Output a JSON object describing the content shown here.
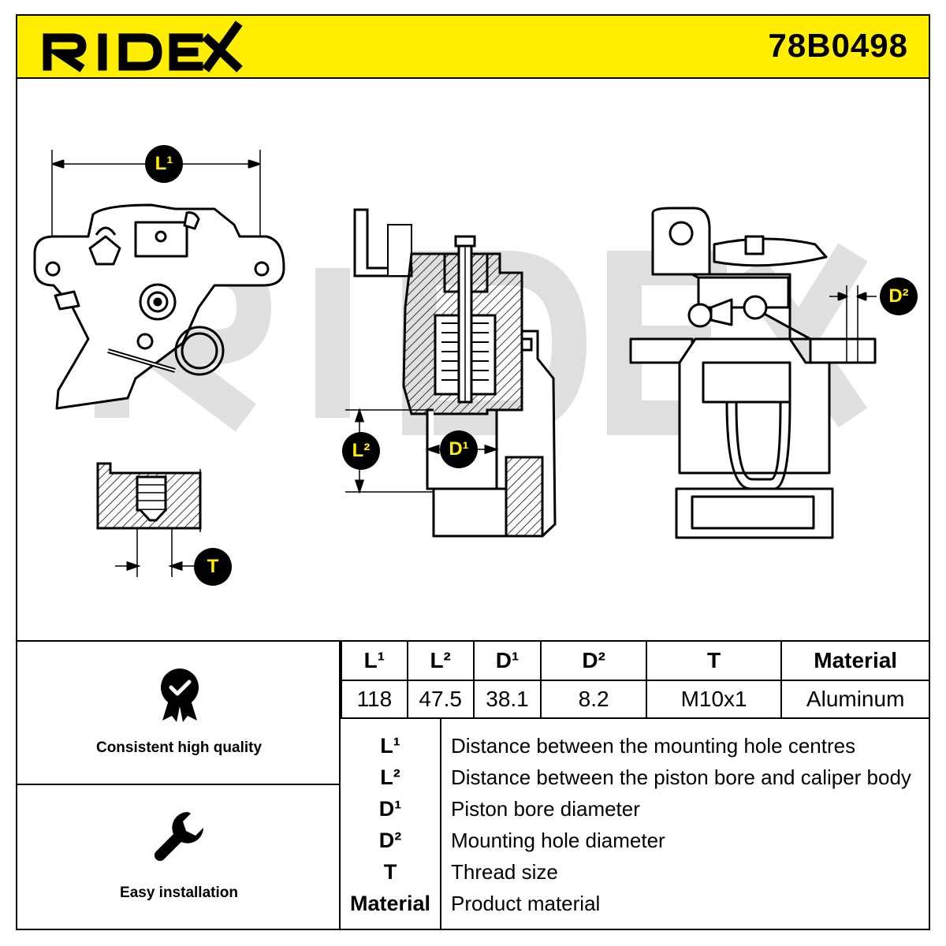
{
  "header": {
    "brand": "RIDEX",
    "part_number": "78B0498",
    "background_color": "#ffee00"
  },
  "drawing": {
    "watermark": "RIDEX",
    "badges": {
      "l1": "L¹",
      "l2": "L²",
      "d1": "D¹",
      "d2": "D²",
      "t": "T"
    }
  },
  "features": [
    {
      "label": "Consistent high quality",
      "icon": "quality-badge-icon"
    },
    {
      "label": "Easy installation",
      "icon": "wrench-icon"
    }
  ],
  "spec_table": {
    "headers": [
      "L¹",
      "L²",
      "D¹",
      "D²",
      "T",
      "Material"
    ],
    "values": [
      "118",
      "47.5",
      "38.1",
      "8.2",
      "M10x1",
      "Aluminum"
    ]
  },
  "legend": [
    {
      "key": "L¹",
      "description": "Distance between the mounting hole centres"
    },
    {
      "key": "L²",
      "description": "Distance between the piston bore and caliper body"
    },
    {
      "key": "D¹",
      "description": "Piston bore diameter"
    },
    {
      "key": "D²",
      "description": "Mounting hole diameter"
    },
    {
      "key": "T",
      "description": "Thread size"
    },
    {
      "key": "Material",
      "description": "Product material"
    }
  ]
}
